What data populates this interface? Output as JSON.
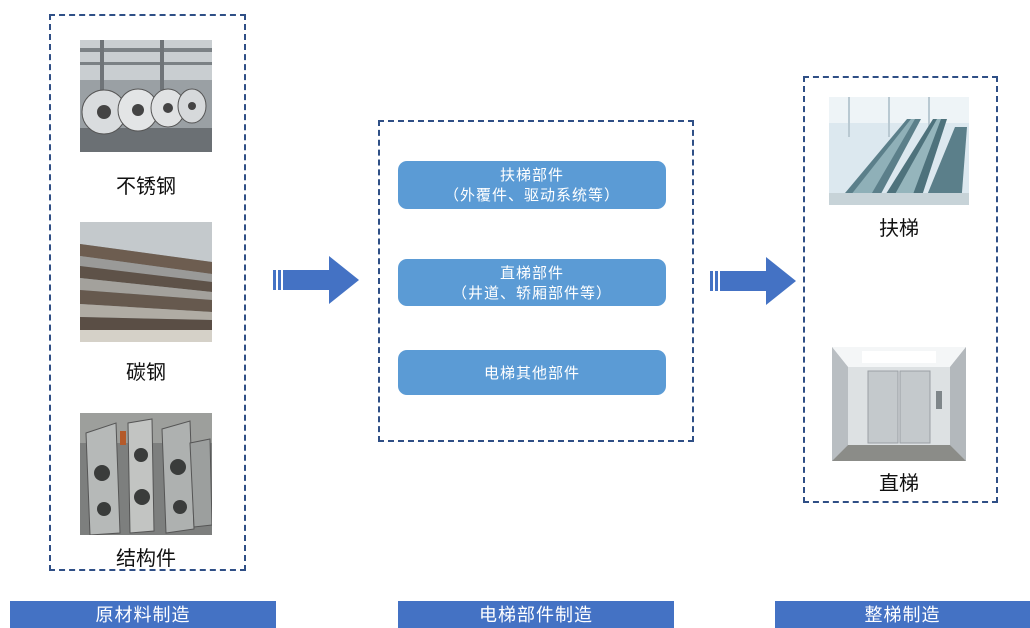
{
  "raw_materials": {
    "items": [
      {
        "label": "不锈钢",
        "image": "stainless-steel-coils-photo"
      },
      {
        "label": "碳钢",
        "image": "carbon-steel-plates-photo"
      },
      {
        "label": "结构件",
        "image": "structural-parts-photo"
      }
    ]
  },
  "components": {
    "items": [
      {
        "line1": "扶梯部件",
        "line2": "（外覆件、驱动系统等）"
      },
      {
        "line1": "直梯部件",
        "line2": "（井道、轿厢部件等）"
      },
      {
        "line1": "电梯其他部件",
        "line2": ""
      }
    ]
  },
  "products": {
    "items": [
      {
        "label": "扶梯",
        "image": "escalator-photo"
      },
      {
        "label": "直梯",
        "image": "elevator-car-photo"
      }
    ]
  },
  "stages": {
    "raw": "原材料制造",
    "parts": "电梯部件制造",
    "whole": "整梯制造"
  },
  "colors": {
    "frame": "#2f4f86",
    "button": "#5b9bd5",
    "stage_bar": "#4472c4",
    "arrow": "#4472c4"
  }
}
